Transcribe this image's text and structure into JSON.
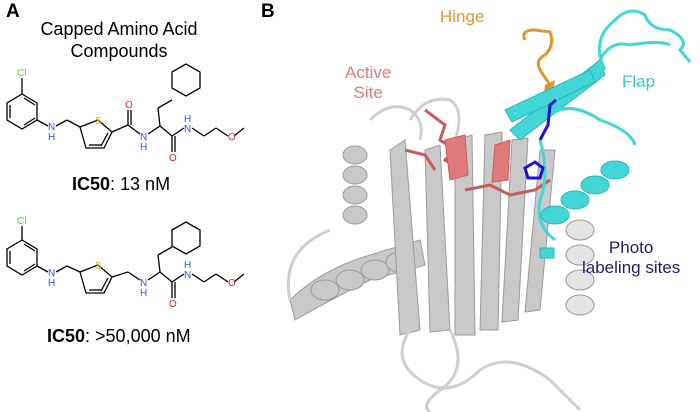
{
  "panel_a": {
    "letter": "A",
    "title_line1": "Capped Amino Acid",
    "title_line2": "Compounds",
    "compound1": {
      "ic50_label": "IC50",
      "ic50_value": ": 13 nM",
      "atoms": {
        "cl": "Cl",
        "nh1": "N",
        "h1": "H",
        "s": "S",
        "o1": "O",
        "nh2": "N",
        "h2": "H",
        "o2": "O",
        "nh3": "N",
        "h3": "H",
        "o3": "O"
      }
    },
    "compound2": {
      "ic50_label": "IC50",
      "ic50_value": ": >50,000 nM",
      "atoms": {
        "cl": "Cl",
        "nh1": "N",
        "h1": "H",
        "s": "S",
        "nh2": "N",
        "h2": "H",
        "o2": "O",
        "nh3": "N",
        "h3": "H",
        "o3": "O"
      }
    }
  },
  "panel_b": {
    "letter": "B",
    "labels": {
      "hinge": "Hinge",
      "active_line1": "Active",
      "active_line2": "Site",
      "flap": "Flap",
      "photo_line1": "Photo",
      "photo_line2": "labeling sites"
    },
    "colors": {
      "hinge": "#e0962e",
      "active": "#e07a7a",
      "flap": "#3fd0d0",
      "photo": "#1c1c6e",
      "protein": "#c8c8c8",
      "photo_residue": "#1f10d8"
    }
  }
}
